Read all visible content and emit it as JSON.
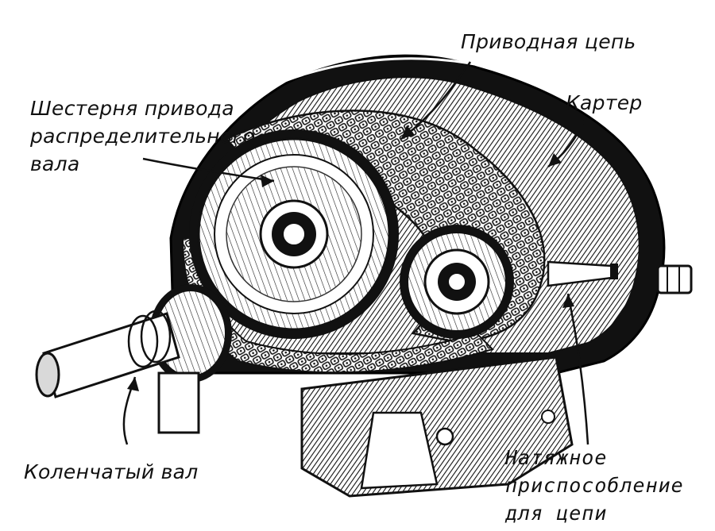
{
  "labels": {
    "drive_chain": "Приводная цепь",
    "camshaft_gear_line1": "Шестерня привода",
    "camshaft_gear_line2": "распределительного",
    "camshaft_gear_line3": "вала",
    "housing": "Картер",
    "crankshaft": "Коленчатый вал",
    "tensioner_line1": "Натяжное",
    "tensioner_line2": "приспособление",
    "tensioner_line3": "для цепи"
  },
  "colors": {
    "ink": "#111111",
    "paper": "#ffffff",
    "metal_light": "#d9d9d9",
    "metal_mid": "#8c8c8c"
  }
}
